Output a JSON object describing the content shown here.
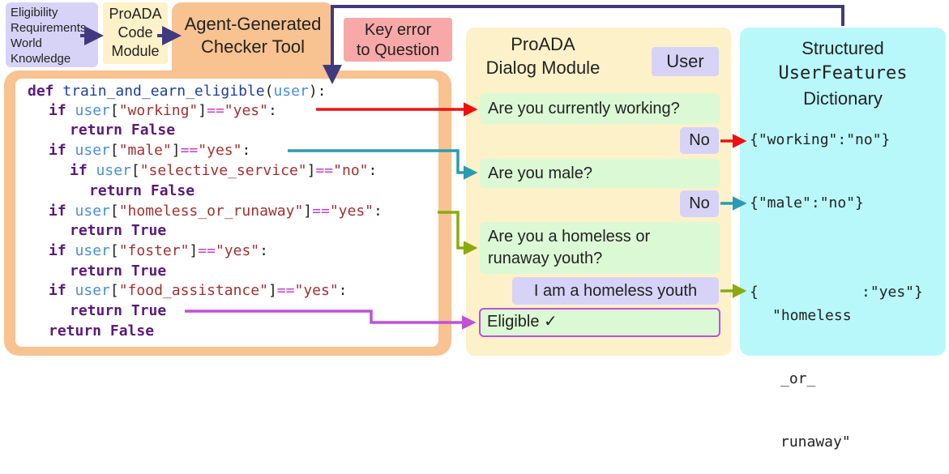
{
  "pipeline": {
    "source_text": "Eligibility Requirements, World Knowledge",
    "source_lines": [
      "Eligibility",
      "Requirements,",
      "World",
      "Knowledge"
    ],
    "code_module": "ProADA Code Module",
    "code_module_lines": [
      "ProADA",
      "Code",
      "Module"
    ],
    "checker_title": "Agent-Generated Checker Tool",
    "checker_lines": [
      "Agent-Generated",
      "Checker Tool"
    ],
    "key_error": "Key error to Question",
    "key_error_lines": [
      "Key error",
      "to Question"
    ]
  },
  "code": {
    "lines": [
      [
        [
          "kw",
          "def "
        ],
        [
          "fn",
          "train_and_earn_eligible"
        ],
        [
          "pl",
          "("
        ],
        [
          "var",
          "user"
        ],
        [
          "pl",
          "):"
        ]
      ],
      [
        [
          "kw",
          "if "
        ],
        [
          "var",
          "user"
        ],
        [
          "pl",
          "["
        ],
        [
          "str",
          "\"working\""
        ],
        [
          "pl",
          "]"
        ],
        [
          "op",
          "=="
        ],
        [
          "str",
          "\"yes\""
        ],
        [
          "pl",
          ":"
        ]
      ],
      [
        [
          "kw",
          "return False"
        ]
      ],
      [
        [
          "kw",
          "if "
        ],
        [
          "var",
          "user"
        ],
        [
          "pl",
          "["
        ],
        [
          "str",
          "\"male\""
        ],
        [
          "pl",
          "]"
        ],
        [
          "op",
          "=="
        ],
        [
          "str",
          "\"yes\""
        ],
        [
          "pl",
          ":"
        ]
      ],
      [
        [
          "kw",
          "if "
        ],
        [
          "var",
          "user"
        ],
        [
          "pl",
          "["
        ],
        [
          "str",
          "\"selective_service\""
        ],
        [
          "pl",
          "]"
        ],
        [
          "op",
          "=="
        ],
        [
          "str",
          "\"no\""
        ],
        [
          "pl",
          ":"
        ]
      ],
      [
        [
          "kw",
          "return False"
        ]
      ],
      [
        [
          "kw",
          "if "
        ],
        [
          "var",
          "user"
        ],
        [
          "pl",
          "["
        ],
        [
          "str",
          "\"homeless_or_runaway\""
        ],
        [
          "pl",
          "]"
        ],
        [
          "op",
          "=="
        ],
        [
          "str",
          "\"yes\""
        ],
        [
          "pl",
          ":"
        ]
      ],
      [
        [
          "kw",
          "return True"
        ]
      ],
      [
        [
          "kw",
          "if "
        ],
        [
          "var",
          "user"
        ],
        [
          "pl",
          "["
        ],
        [
          "str",
          "\"foster\""
        ],
        [
          "pl",
          "]"
        ],
        [
          "op",
          "=="
        ],
        [
          "str",
          "\"yes\""
        ],
        [
          "pl",
          ":"
        ]
      ],
      [
        [
          "kw",
          "return True"
        ]
      ],
      [
        [
          "kw",
          "if "
        ],
        [
          "var",
          "user"
        ],
        [
          "pl",
          "["
        ],
        [
          "str",
          "\"food_assistance\""
        ],
        [
          "pl",
          "]"
        ],
        [
          "op",
          "=="
        ],
        [
          "str",
          "\"yes\""
        ],
        [
          "pl",
          ":"
        ]
      ],
      [
        [
          "kw",
          "return True"
        ]
      ],
      [
        [
          "kw",
          "return False"
        ]
      ]
    ]
  },
  "dialog": {
    "title": "ProADA Dialog Module",
    "title_lines": [
      "ProADA",
      "Dialog Module"
    ],
    "user_label": "User",
    "q1": "Are you currently working?",
    "a1": "No",
    "q2": "Are you male?",
    "a2": "No",
    "q3": "Are you a homeless or runaway youth?",
    "q3_lines": [
      "Are you a homeless or",
      "runaway youth?"
    ],
    "a3": "I am a homeless youth",
    "result": "Eligible ✓"
  },
  "structured": {
    "title_lines": [
      "Structured",
      "UserFeatures",
      "Dictionary"
    ],
    "feature1": "{\"working\":\"no\"}",
    "feature2": "{\"male\":\"no\"}",
    "feature3_brace_open": "{",
    "feature3_key_lines": [
      "\"homeless",
      "_or_",
      "runaway\""
    ],
    "feature3_value": ":\"yes\"}"
  },
  "colors": {
    "red": "#ee1111",
    "teal": "#2a9bb0",
    "olive": "#8aaa10",
    "purple": "#c050d8",
    "navy": "#3f3a80",
    "orange": "#f8c291"
  }
}
